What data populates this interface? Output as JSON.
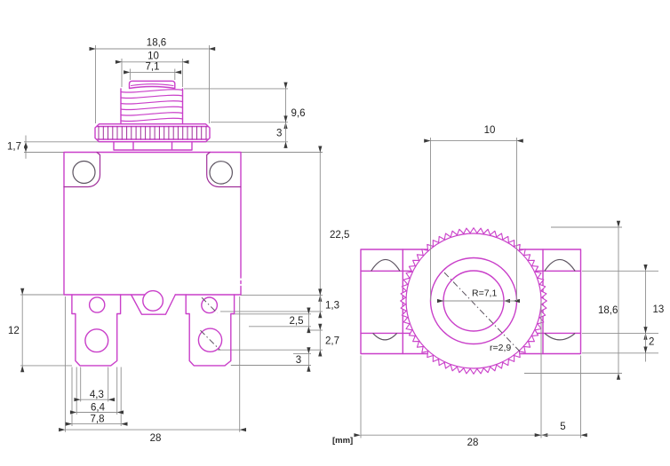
{
  "page": {
    "background": "#ffffff",
    "units_label": "[mm]",
    "description": "Technical dimension drawing of a thermal circuit breaker, front view and top view"
  },
  "colors": {
    "outline": "#c93fc9",
    "outline_dark": "#a0309b",
    "feature_dark": "#5c5360",
    "dim_line": "#8f8f8f",
    "dim_text": "#1f1f1f",
    "arrow": "#3a3a3a"
  },
  "front_view": {
    "dims": {
      "nut_width": "18,6",
      "thread_width": "10",
      "button_width": "7,1",
      "thread_height": "9,6",
      "nut_height": "3",
      "collar_height": "1,7",
      "body_height": "22,5",
      "step_offset": "1,3",
      "hole_gap": "2,5",
      "hole_diameter": "2,7",
      "tip_clearance": "3",
      "terminal_length": "12",
      "tip_width": "4,3",
      "terminal_lower_width": "6,4",
      "terminal_upper_width": "7,8",
      "body_width": "28"
    }
  },
  "top_view": {
    "dims": {
      "knob_flat_width": "10",
      "knob_diameter": "18,6",
      "body_depth": "13",
      "ledge_depth": "2",
      "side_depth": "5",
      "body_width": "28",
      "button_radius": "R=7,1",
      "fillet_radius": "r=2,9"
    }
  }
}
